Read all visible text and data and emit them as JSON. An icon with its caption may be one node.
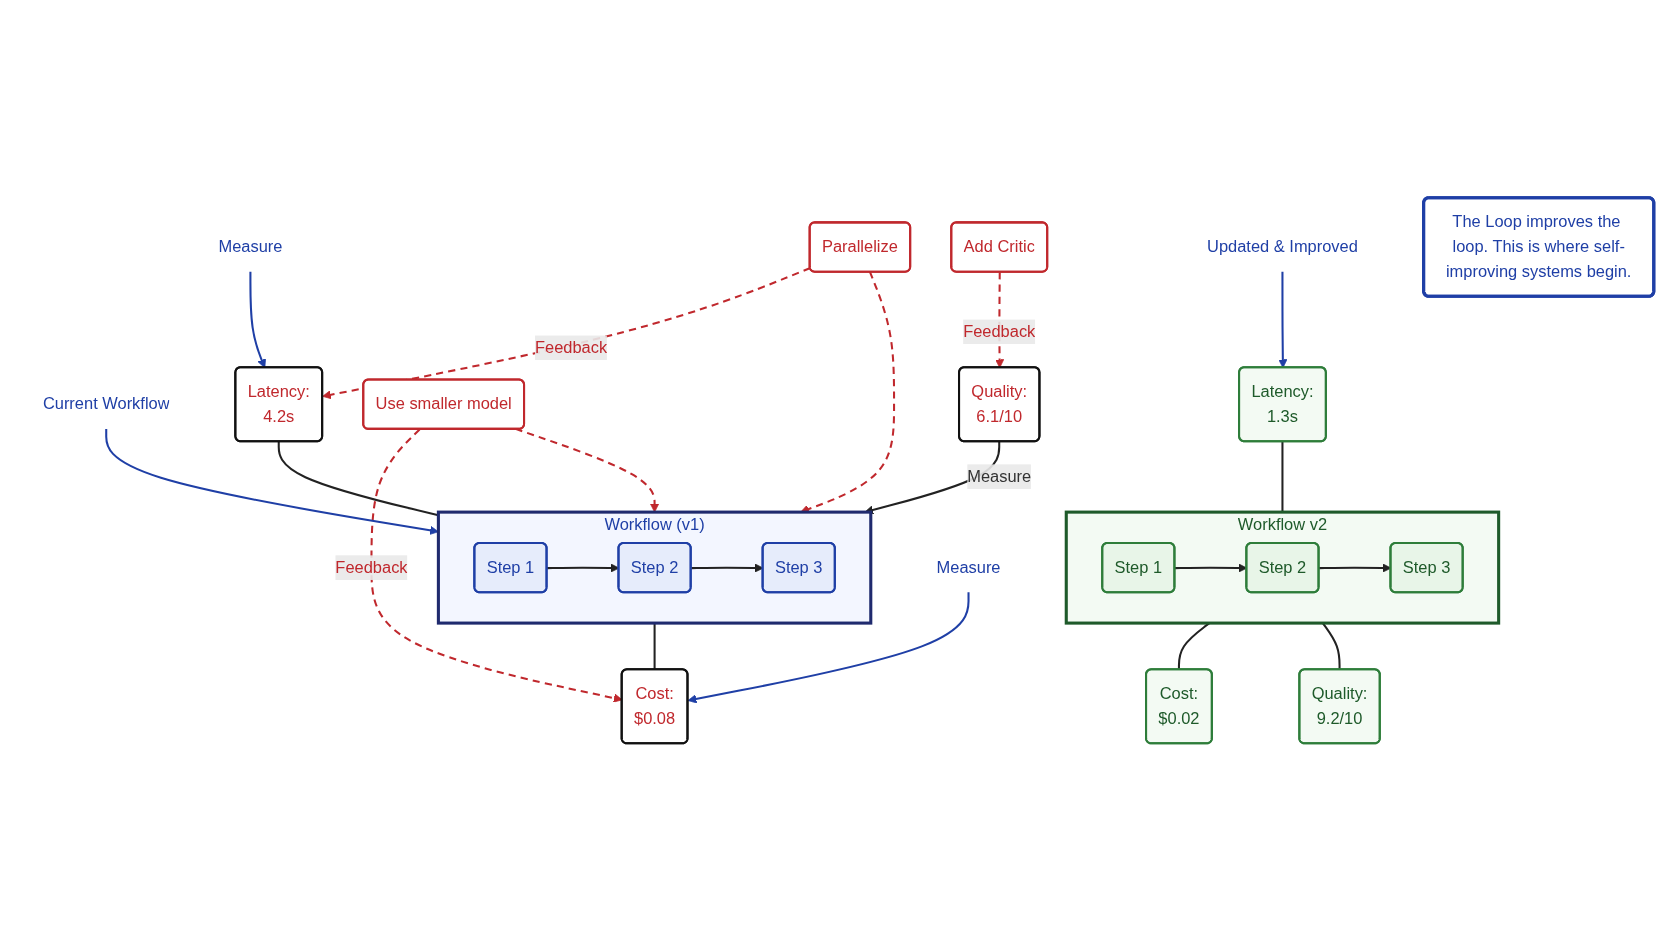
{
  "diagram": {
    "nodes": [
      {
        "text": [
          "Current Workflow"
        ]
      },
      {
        "text": [
          "Measure"
        ]
      },
      {
        "text": [
          "Measure"
        ]
      },
      {
        "text": [
          "Workflow (v1)"
        ]
      },
      {
        "text": [
          "Step 1"
        ],
        "in": 3
      },
      {
        "text": [
          "Step 2"
        ],
        "in": 3
      },
      {
        "text": [
          "Step 3"
        ],
        "in": 3
      },
      {
        "text": [
          "Latency:",
          "4.2s"
        ]
      },
      {
        "text": [
          "Cost:",
          "$0.08"
        ]
      },
      {
        "text": [
          "Parallelize"
        ]
      },
      {
        "text": [
          "Use smaller model"
        ]
      },
      {
        "text": [
          "Quality:",
          "6.1/10"
        ]
      },
      {
        "text": [
          "Add Critic"
        ]
      },
      {
        "text": [
          "Updated & Improved"
        ]
      },
      {
        "text": [
          "Workflow v2"
        ]
      },
      {
        "text": [
          "Step 1"
        ],
        "in": 14
      },
      {
        "text": [
          "Step 2"
        ],
        "in": 14
      },
      {
        "text": [
          "Step 3"
        ],
        "in": 14
      },
      {
        "text": [
          "Latency:",
          "1.3s"
        ]
      },
      {
        "text": [
          "Cost:",
          "$0.02"
        ]
      },
      {
        "text": [
          "Quality:",
          "9.2/10"
        ]
      },
      {
        "text": [
          "The Loop improves the loop. This is where self-improving systems begin."
        ]
      }
    ],
    "edges": [
      {
        "from": 0,
        "to": 3,
        "arrow": "to",
        "color": "#1f3fa6"
      },
      {
        "from": 1,
        "to": 7,
        "arrow": "to",
        "color": "#1f3fa6"
      },
      {
        "from": 2,
        "to": 8,
        "arrow": "to",
        "color": "#1f3fa6"
      },
      {
        "from": 4,
        "to": 5,
        "arrow": "to"
      },
      {
        "from": 5,
        "to": 6,
        "arrow": "to"
      },
      {
        "from": 7,
        "to": 3,
        "arrow": "none"
      },
      {
        "from": 3,
        "to": 8,
        "arrow": "none"
      },
      {
        "from": 9,
        "to": 7,
        "arrow": "to",
        "label": "Feedback",
        "style": "dashed",
        "color": "#c0282d"
      },
      {
        "from": 9,
        "to": 3,
        "arrow": "to",
        "style": "dashed",
        "color": "#c0282d"
      },
      {
        "from": 10,
        "to": 3,
        "arrow": "to",
        "style": "dashed",
        "color": "#c0282d"
      },
      {
        "from": 10,
        "to": 8,
        "arrow": "to",
        "label": "Feedback",
        "style": "dashed",
        "color": "#c0282d"
      },
      {
        "from": 11,
        "to": 3,
        "arrow": "to",
        "label": "Measure"
      },
      {
        "from": 12,
        "to": 11,
        "arrow": "to",
        "label": "Feedback",
        "style": "dashed",
        "color": "#c0282d"
      },
      {
        "from": 13,
        "to": 18,
        "arrow": "to",
        "color": "#1f3fa6"
      },
      {
        "from": 15,
        "to": 16,
        "arrow": "to"
      },
      {
        "from": 16,
        "to": 17,
        "arrow": "to"
      },
      {
        "from": 18,
        "to": 14,
        "arrow": "none"
      },
      {
        "from": 14,
        "to": 19,
        "arrow": "none"
      },
      {
        "from": 14,
        "to": 20,
        "arrow": "none"
      }
    ]
  }
}
